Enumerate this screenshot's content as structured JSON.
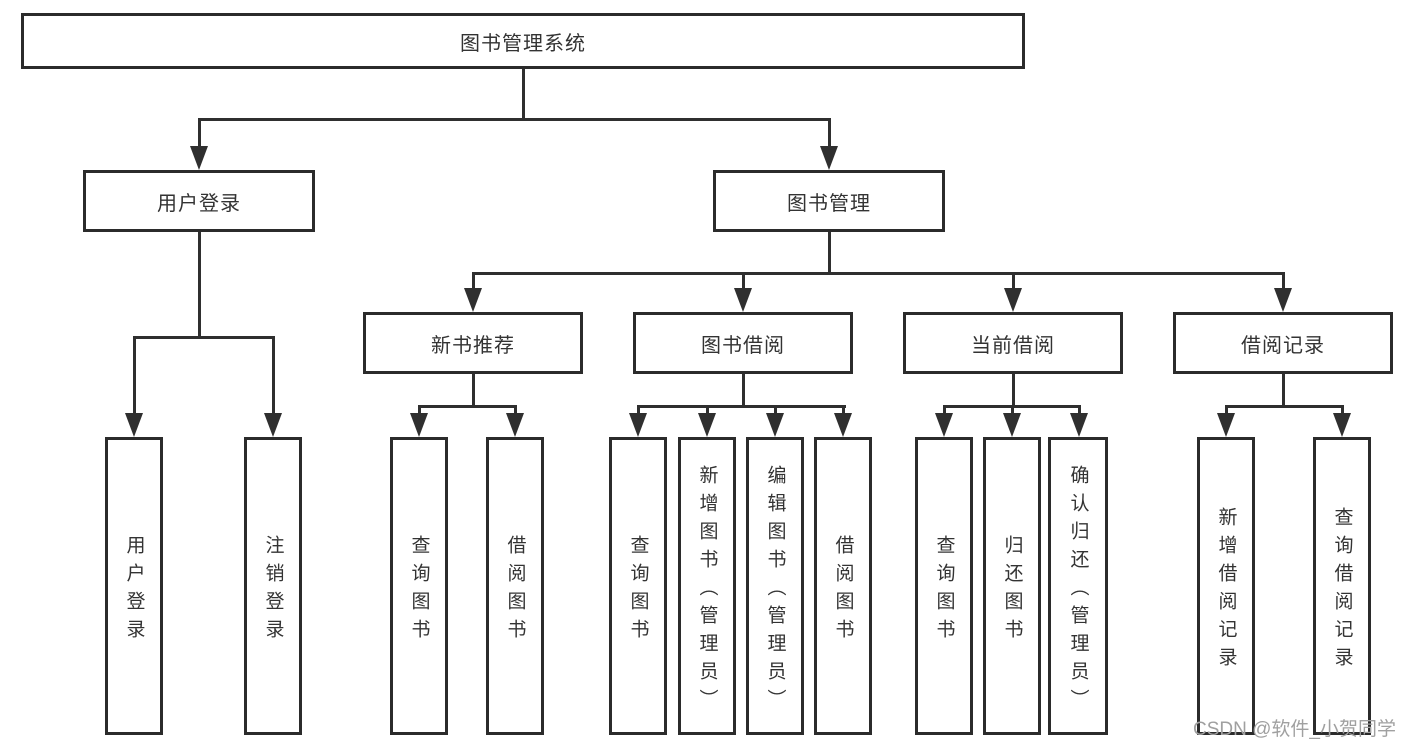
{
  "diagram": {
    "root": {
      "label": "图书管理系统"
    },
    "level2": [
      {
        "id": "user-login",
        "label": "用户登录"
      },
      {
        "id": "book-management",
        "label": "图书管理"
      }
    ],
    "level3": [
      {
        "id": "new-book-recommend",
        "label": "新书推荐",
        "parent": "图书管理"
      },
      {
        "id": "book-borrowing",
        "label": "图书借阅",
        "parent": "图书管理"
      },
      {
        "id": "current-borrowing",
        "label": "当前借阅",
        "parent": "图书管理"
      },
      {
        "id": "borrowing-records",
        "label": "借阅记录",
        "parent": "图书管理"
      }
    ],
    "leaves": [
      {
        "id": "user-login",
        "label": "用户登录",
        "parent": "用户登录"
      },
      {
        "id": "logout",
        "label": "注销登录",
        "parent": "用户登录"
      },
      {
        "id": "query-books-recommend",
        "label": "查询图书",
        "parent": "新书推荐"
      },
      {
        "id": "borrow-books-recommend",
        "label": "借阅图书",
        "parent": "新书推荐"
      },
      {
        "id": "query-books-borrowing",
        "label": "查询图书",
        "parent": "图书借阅"
      },
      {
        "id": "add-book-admin",
        "label": "新增图书（管理员）",
        "parent": "图书借阅"
      },
      {
        "id": "edit-book-admin",
        "label": "编辑图书（管理员）",
        "parent": "图书借阅"
      },
      {
        "id": "borrow-books-borrowing",
        "label": "借阅图书",
        "parent": "图书借阅"
      },
      {
        "id": "query-books-current",
        "label": "查询图书",
        "parent": "当前借阅"
      },
      {
        "id": "return-book",
        "label": "归还图书",
        "parent": "当前借阅"
      },
      {
        "id": "confirm-return-admin",
        "label": "确认归还（管理员）",
        "parent": "当前借阅"
      },
      {
        "id": "add-borrow-record",
        "label": "新增借阅记录",
        "parent": "借阅记录"
      },
      {
        "id": "query-borrow-record",
        "label": "查询借阅记录",
        "parent": "借阅记录"
      }
    ],
    "colors": {
      "line": "#2f2f2f",
      "box_border": "#2b2b2b",
      "text": "#333333",
      "watermark": "#a0a0a0"
    }
  },
  "watermark": {
    "text": "CSDN @软件_小贺同学"
  }
}
